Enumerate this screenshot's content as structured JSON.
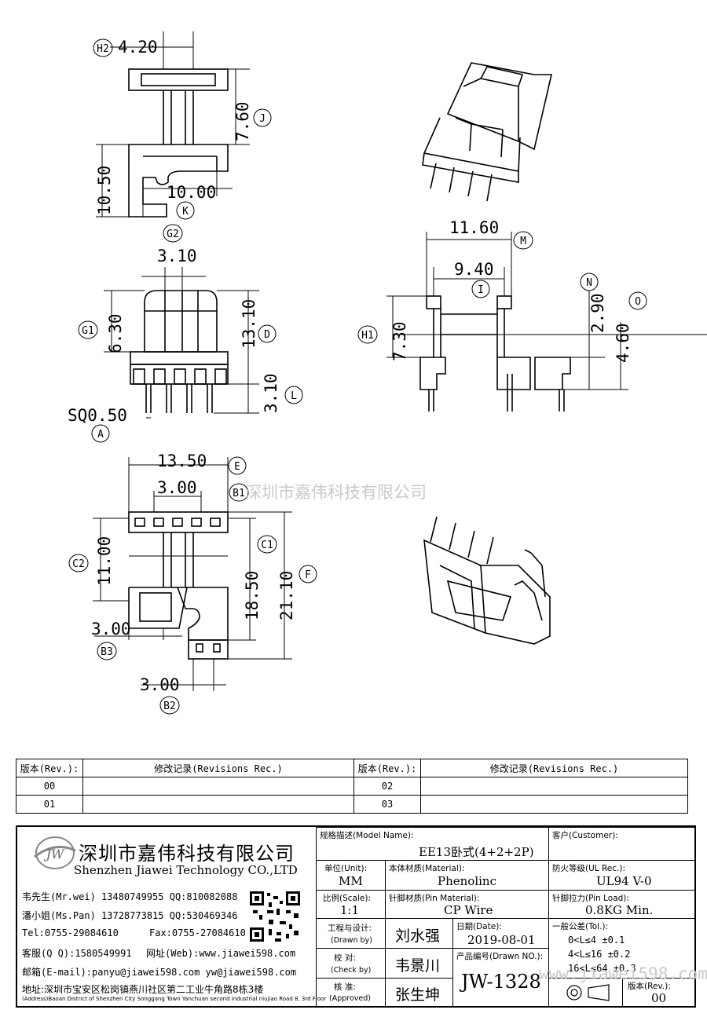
{
  "dims": {
    "d420": "4.20",
    "d760": "7.60",
    "d1050": "10.50",
    "d1000": "10.00",
    "d310a": "3.10",
    "d630": "6.30",
    "d1310": "13.10",
    "d310b": "3.10",
    "sq": "SQ0.50",
    "d1160": "11.60",
    "d940": "9.40",
    "d730": "7.30",
    "d290": "2.90",
    "d460": "4.60",
    "d1350": "13.50",
    "d300a": "3.00",
    "d1100": "11.00",
    "d1850": "18.50",
    "d2110": "21.10",
    "d300b": "3.00",
    "d300c": "3.00"
  },
  "callouts": {
    "H2": "H2",
    "J": "J",
    "K": "K",
    "G2": "G2",
    "G1": "G1",
    "D": "D",
    "L": "L",
    "A": "A",
    "M": "M",
    "I": "I",
    "H1": "H1",
    "N": "N",
    "O": "O",
    "E": "E",
    "B1": "B1",
    "C1": "C1",
    "C2": "C2",
    "F": "F",
    "B3": "B3",
    "B2": "B2"
  },
  "watermark": "深圳市嘉伟科技有限公司",
  "watermark_url": "www.jiawei598.com",
  "revisions": {
    "header_rev": "版本(Rev.):",
    "header_rec": "修改记录(Revisions Rec.)",
    "rows": [
      [
        "00",
        "",
        "02",
        ""
      ],
      [
        "01",
        "",
        "03",
        ""
      ]
    ]
  },
  "company": {
    "logo_text": "JW",
    "name_cn": "深圳市嘉伟科技有限公司",
    "name_en": "Shenzhen Jiawei Technology CO.,LTD",
    "contact1": "韦先生(Mr.wei) 13480749955 QQ:810082088",
    "contact2": "潘小姐(Ms.Pan) 13728773815 QQ:530469346",
    "tel": "Tel:0755-29084610",
    "fax": "Fax:0755-27084610",
    "qq": "客服(Q Q):1580549991",
    "web": "网址(Web):www.jiawei598.com",
    "email": "邮箱(E-mail):panyu@jiawei598.com  yw@jiawei598.com",
    "addr_cn": "地址:深圳市宝安区松岗镇燕川社区第二工业牛角路8栋3楼",
    "addr_en": "(Address)Baoan District of Shenzhen City Songgang Town Yanchuan  second industrial niujiao Road 8, 3rd Floor"
  },
  "info": {
    "model_label": "规格描述(Model Name):",
    "model_value": "EE13卧式(4+2+2P)",
    "customer_label": "客户(Customer):",
    "unit_label": "单位(Unit):",
    "unit_value": "MM",
    "material_label": "本体材质(Material):",
    "material_value": "Phenolinc",
    "ul_label": "防火等级(UL Rec.):",
    "ul_value": "UL94 V-0",
    "scale_label": "比例(Scale):",
    "scale_value": "1:1",
    "pin_label": "针脚材质(Pin Material):",
    "pin_value": "CP Wire",
    "load_label": "针脚拉力(Pin Load):",
    "load_value": "0.8KG Min.",
    "drawn_label_cn": "工程与设计:",
    "drawn_label_en": "(Drawn by)",
    "drawn_value": "刘水强",
    "date_label": "日期(Date):",
    "date_value": "2019-08-01",
    "tol_label": "一般公差(Tol.):",
    "tol1": "0<L≤4    ±0.1",
    "tol2": "4<L≤16   ±0.2",
    "tol3": "16<L≤64  ±0.3",
    "check_label_cn": "校  对:",
    "check_label_en": "(Check by)",
    "check_value": "韦景川",
    "drawno_label": "产品编号(Drawn NO.):",
    "drawno_value": "JW-1328",
    "approved_label_cn": "核  准:",
    "approved_label_en": "(Approved)",
    "approved_value": "张生坤",
    "rev_label": "版本(Rev.):",
    "rev_value": "00"
  }
}
